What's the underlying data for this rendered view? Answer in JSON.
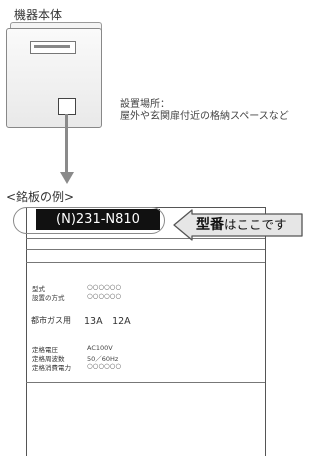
{
  "device": {
    "title": "機器本体"
  },
  "location": {
    "label": "設置場所：",
    "value": "屋外や玄関扉付近の格納スペースなど"
  },
  "plate": {
    "example_label": "<銘板の例>",
    "model_number": "(N)231-N810",
    "specs": [
      {
        "label": "型式",
        "value": "○○○○○○"
      },
      {
        "label": "設置の方式",
        "value": "○○○○○○"
      }
    ],
    "gas": {
      "label": "都市ガス用",
      "value": "13A　12A"
    },
    "ratings": [
      {
        "label": "定格電圧",
        "value": "AC100V"
      },
      {
        "label": "定格周波数",
        "value": "50／60Hz"
      },
      {
        "label": "定格消費電力",
        "value": "○○○○○○"
      }
    ]
  },
  "callout": {
    "keyword": "型番",
    "suffix": "はここです",
    "colors": {
      "fill": "#e6e6e6",
      "stroke": "#555555"
    }
  }
}
